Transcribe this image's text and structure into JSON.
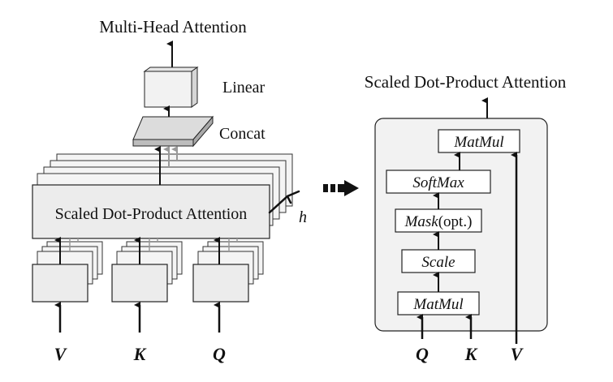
{
  "multi_head": {
    "title": "Multi-Head Attention",
    "linear_label": "Linear",
    "concat_label": "Concat",
    "sdpa_label": "Scaled Dot-Product Attention",
    "heads_label": "h",
    "inputs": [
      "V",
      "K",
      "Q"
    ]
  },
  "sdpa_detail": {
    "title": "Scaled Dot-Product Attention",
    "steps": {
      "top_matmul": "MatMul",
      "softmax": "SoftMax",
      "mask_word": "Mask",
      "mask_opt": "(opt.)",
      "scale": "Scale",
      "bottom_matmul": "MatMul"
    },
    "inputs": [
      "Q",
      "K",
      "V"
    ]
  },
  "colors": {
    "box_fill": "#f0f0f0",
    "panel_fill": "#f2f2f2",
    "stroke": "#222222",
    "arrow": "#111111",
    "gray_arrow": "#999999"
  }
}
